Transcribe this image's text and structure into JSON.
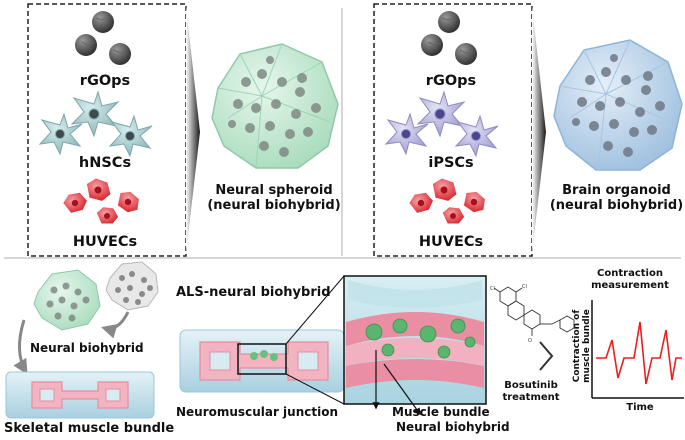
{
  "top_left": {
    "label_particles": "rGOps",
    "label_cells": "hNSCs",
    "label_endothelial": "HUVECs",
    "result_line1": "Neural spheroid",
    "result_line2": "(neural biohybrid)"
  },
  "top_right": {
    "label_particles": "rGOps",
    "label_cells": "iPSCs",
    "label_endothelial": "HUVECs",
    "result_line1": "Brain organoid",
    "result_line2": "(neural biohybrid)"
  },
  "bottom": {
    "als_label": "ALS-neural biohybrid",
    "neural_biohybrid": "Neural biohybrid",
    "skeletal_muscle": "Skeletal muscle bundle",
    "nmj": "Neuromuscular junction",
    "muscle_bundle": "Muscle bundle",
    "neural_biohybrid_zoom": "Neural biohybrid",
    "drug_line1": "Bosutinib",
    "drug_line2": "treatment",
    "measure_line1": "Contraction",
    "measure_line2": "measurement",
    "ylabel_line1": "Contraction of",
    "ylabel_line2": "muscle bundle",
    "xlabel": "Time"
  },
  "colors": {
    "divider": "#c8c8c8",
    "spheroid": "#bfe6cf",
    "organoid": "#bcd4ea",
    "hnsc": "#9ec2c4",
    "ipsc": "#b4b2dc",
    "huvec": "#e8434a",
    "chip": "#c9e4ee",
    "muscle": "#e9a2b1",
    "signal": "#e82020"
  }
}
